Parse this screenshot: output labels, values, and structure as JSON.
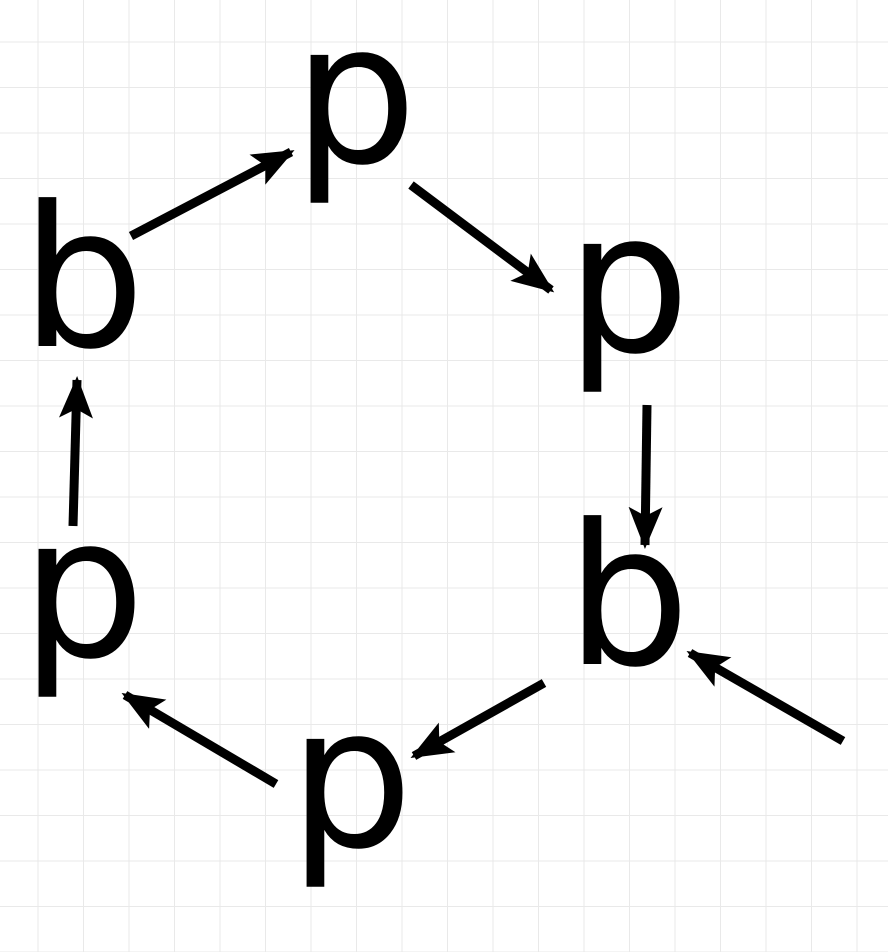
{
  "diagram": {
    "nodes": [
      {
        "id": "top",
        "label": "p"
      },
      {
        "id": "upper-right",
        "label": "p"
      },
      {
        "id": "lower-right",
        "label": "b"
      },
      {
        "id": "bottom",
        "label": "p"
      },
      {
        "id": "lower-left",
        "label": "p"
      },
      {
        "id": "upper-left",
        "label": "b"
      }
    ],
    "edges": [
      {
        "from": "upper-left",
        "to": "top"
      },
      {
        "from": "top",
        "to": "upper-right"
      },
      {
        "from": "upper-right",
        "to": "lower-right"
      },
      {
        "from": "lower-right",
        "to": "bottom"
      },
      {
        "from": "bottom",
        "to": "lower-left"
      },
      {
        "from": "lower-left",
        "to": "upper-left"
      },
      {
        "from": "outside",
        "to": "lower-right"
      }
    ],
    "colors": {
      "ink": "#000000",
      "grid": "#e9e9e9",
      "background": "#ffffff"
    }
  }
}
